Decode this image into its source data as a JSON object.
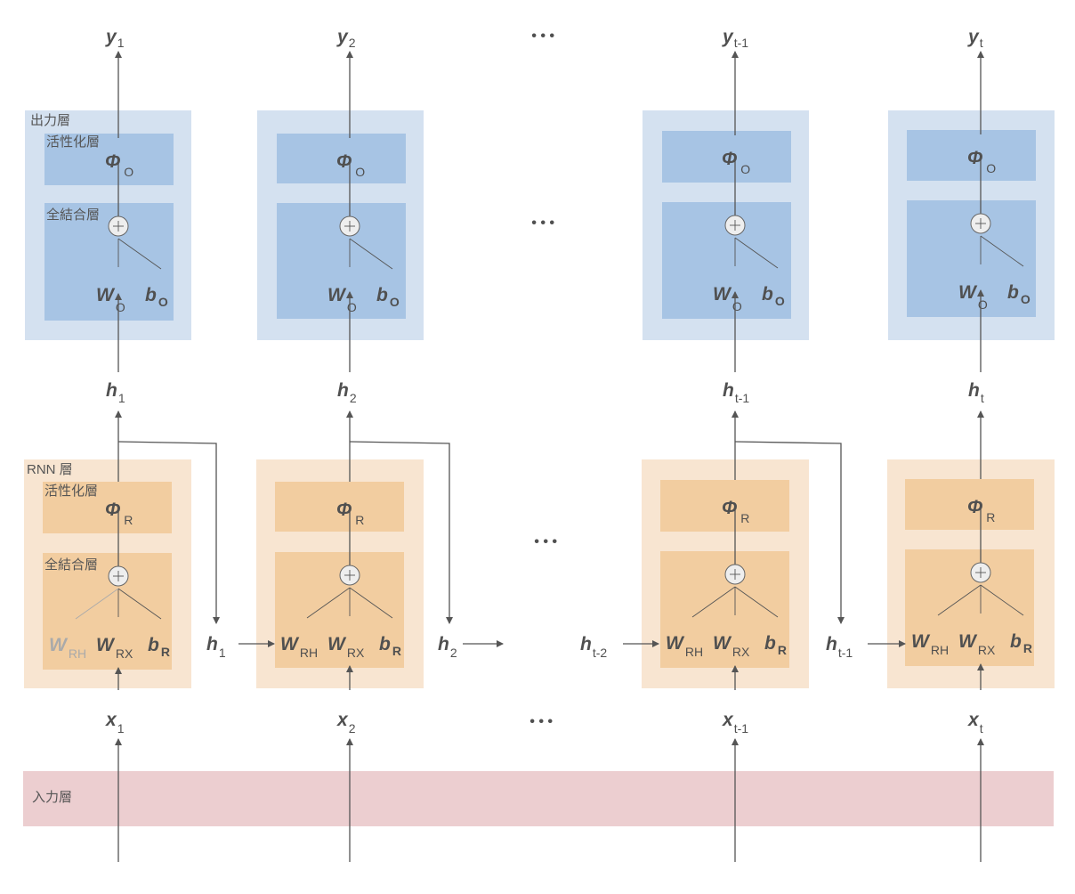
{
  "labels": {
    "output_layer": "出力層",
    "rnn_layer": "RNN 層",
    "input_layer": "入力層",
    "activation_layer": "活性化層",
    "fc_layer": "全結合層",
    "ellipsis": "• • •"
  },
  "columns": [
    {
      "y": [
        "y",
        "1"
      ],
      "h": [
        "h",
        "1"
      ],
      "x": [
        "x",
        "1"
      ]
    },
    {
      "y": [
        "y",
        "2"
      ],
      "h": [
        "h",
        "2"
      ],
      "x": [
        "x",
        "2"
      ]
    },
    {
      "y": [
        "y",
        "t-1"
      ],
      "h": [
        "h",
        "t-1"
      ],
      "x": [
        "x",
        "t-1"
      ]
    },
    {
      "y": [
        "y",
        "t"
      ],
      "h": [
        "h",
        "t"
      ],
      "x": [
        "x",
        "t"
      ]
    }
  ],
  "symbols": {
    "phi": "Φ",
    "out_sub": "O",
    "rnn_sub": "R",
    "W": "W",
    "b": "b",
    "RH": "RH",
    "RX": "RX",
    "plus": "+"
  },
  "recurrent": [
    [
      "h",
      "1"
    ],
    [
      "h",
      "2"
    ],
    [
      "h",
      "t-2"
    ],
    [
      "h",
      "t-1"
    ]
  ],
  "colors": {
    "out_outer": "#d4e1f0",
    "out_inner": "#a7c4e4",
    "rnn_outer": "#f8e5d1",
    "rnn_inner": "#f2cda0",
    "input": "#ecced0",
    "faded": "#aaaaaa"
  }
}
